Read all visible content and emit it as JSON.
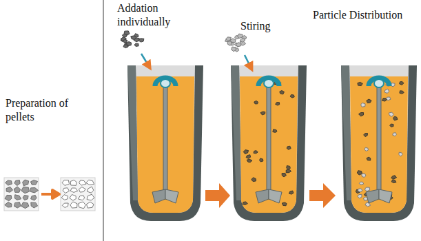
{
  "diagram": {
    "labels": [
      "Preparation of pellets",
      "Addation individually",
      "Stiring",
      "Particle Distribution"
    ]
  }
}
